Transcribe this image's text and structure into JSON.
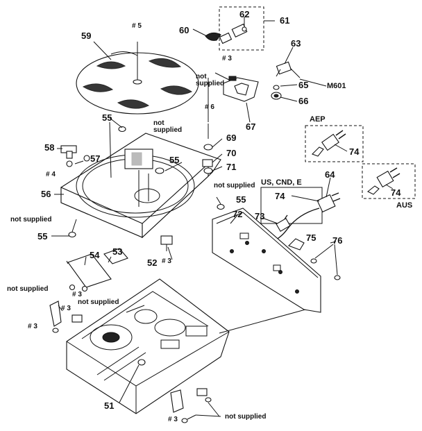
{
  "callouts": {
    "p51": "51",
    "p52": "52",
    "p53": "53",
    "p54": "54",
    "p55a": "55",
    "p55b": "55",
    "p55c": "55",
    "p55d": "55",
    "p56": "56",
    "p57": "57",
    "p58": "58",
    "p59": "59",
    "p60": "60",
    "p61": "61",
    "p62": "62",
    "p63": "63",
    "p64": "64",
    "p65": "65",
    "p66": "66",
    "p67": "67",
    "p69": "69",
    "p70": "70",
    "p71": "71",
    "p72": "72",
    "p73": "73",
    "p74a": "74",
    "p74b": "74",
    "p74c": "74",
    "p75": "75",
    "p76": "76"
  },
  "screws": {
    "s5": "# 5",
    "s3a": "# 3",
    "s6": "# 6",
    "s4": "# 4",
    "s3b": "# 3",
    "s3c": "# 3",
    "s3d": "# 3",
    "s3e": "# 3",
    "s3f": "# 3"
  },
  "notes": {
    "ns1": "not\nsupplied",
    "ns2": "not\nsupplied",
    "ns3": "not supplied",
    "ns4": "not supplied",
    "ns5": "not supplied",
    "ns6": "not supplied",
    "ns7": "not supplied"
  },
  "regions": {
    "aep": "AEP",
    "us": "US, CND, E",
    "aus": "AUS",
    "m601": "M601"
  }
}
